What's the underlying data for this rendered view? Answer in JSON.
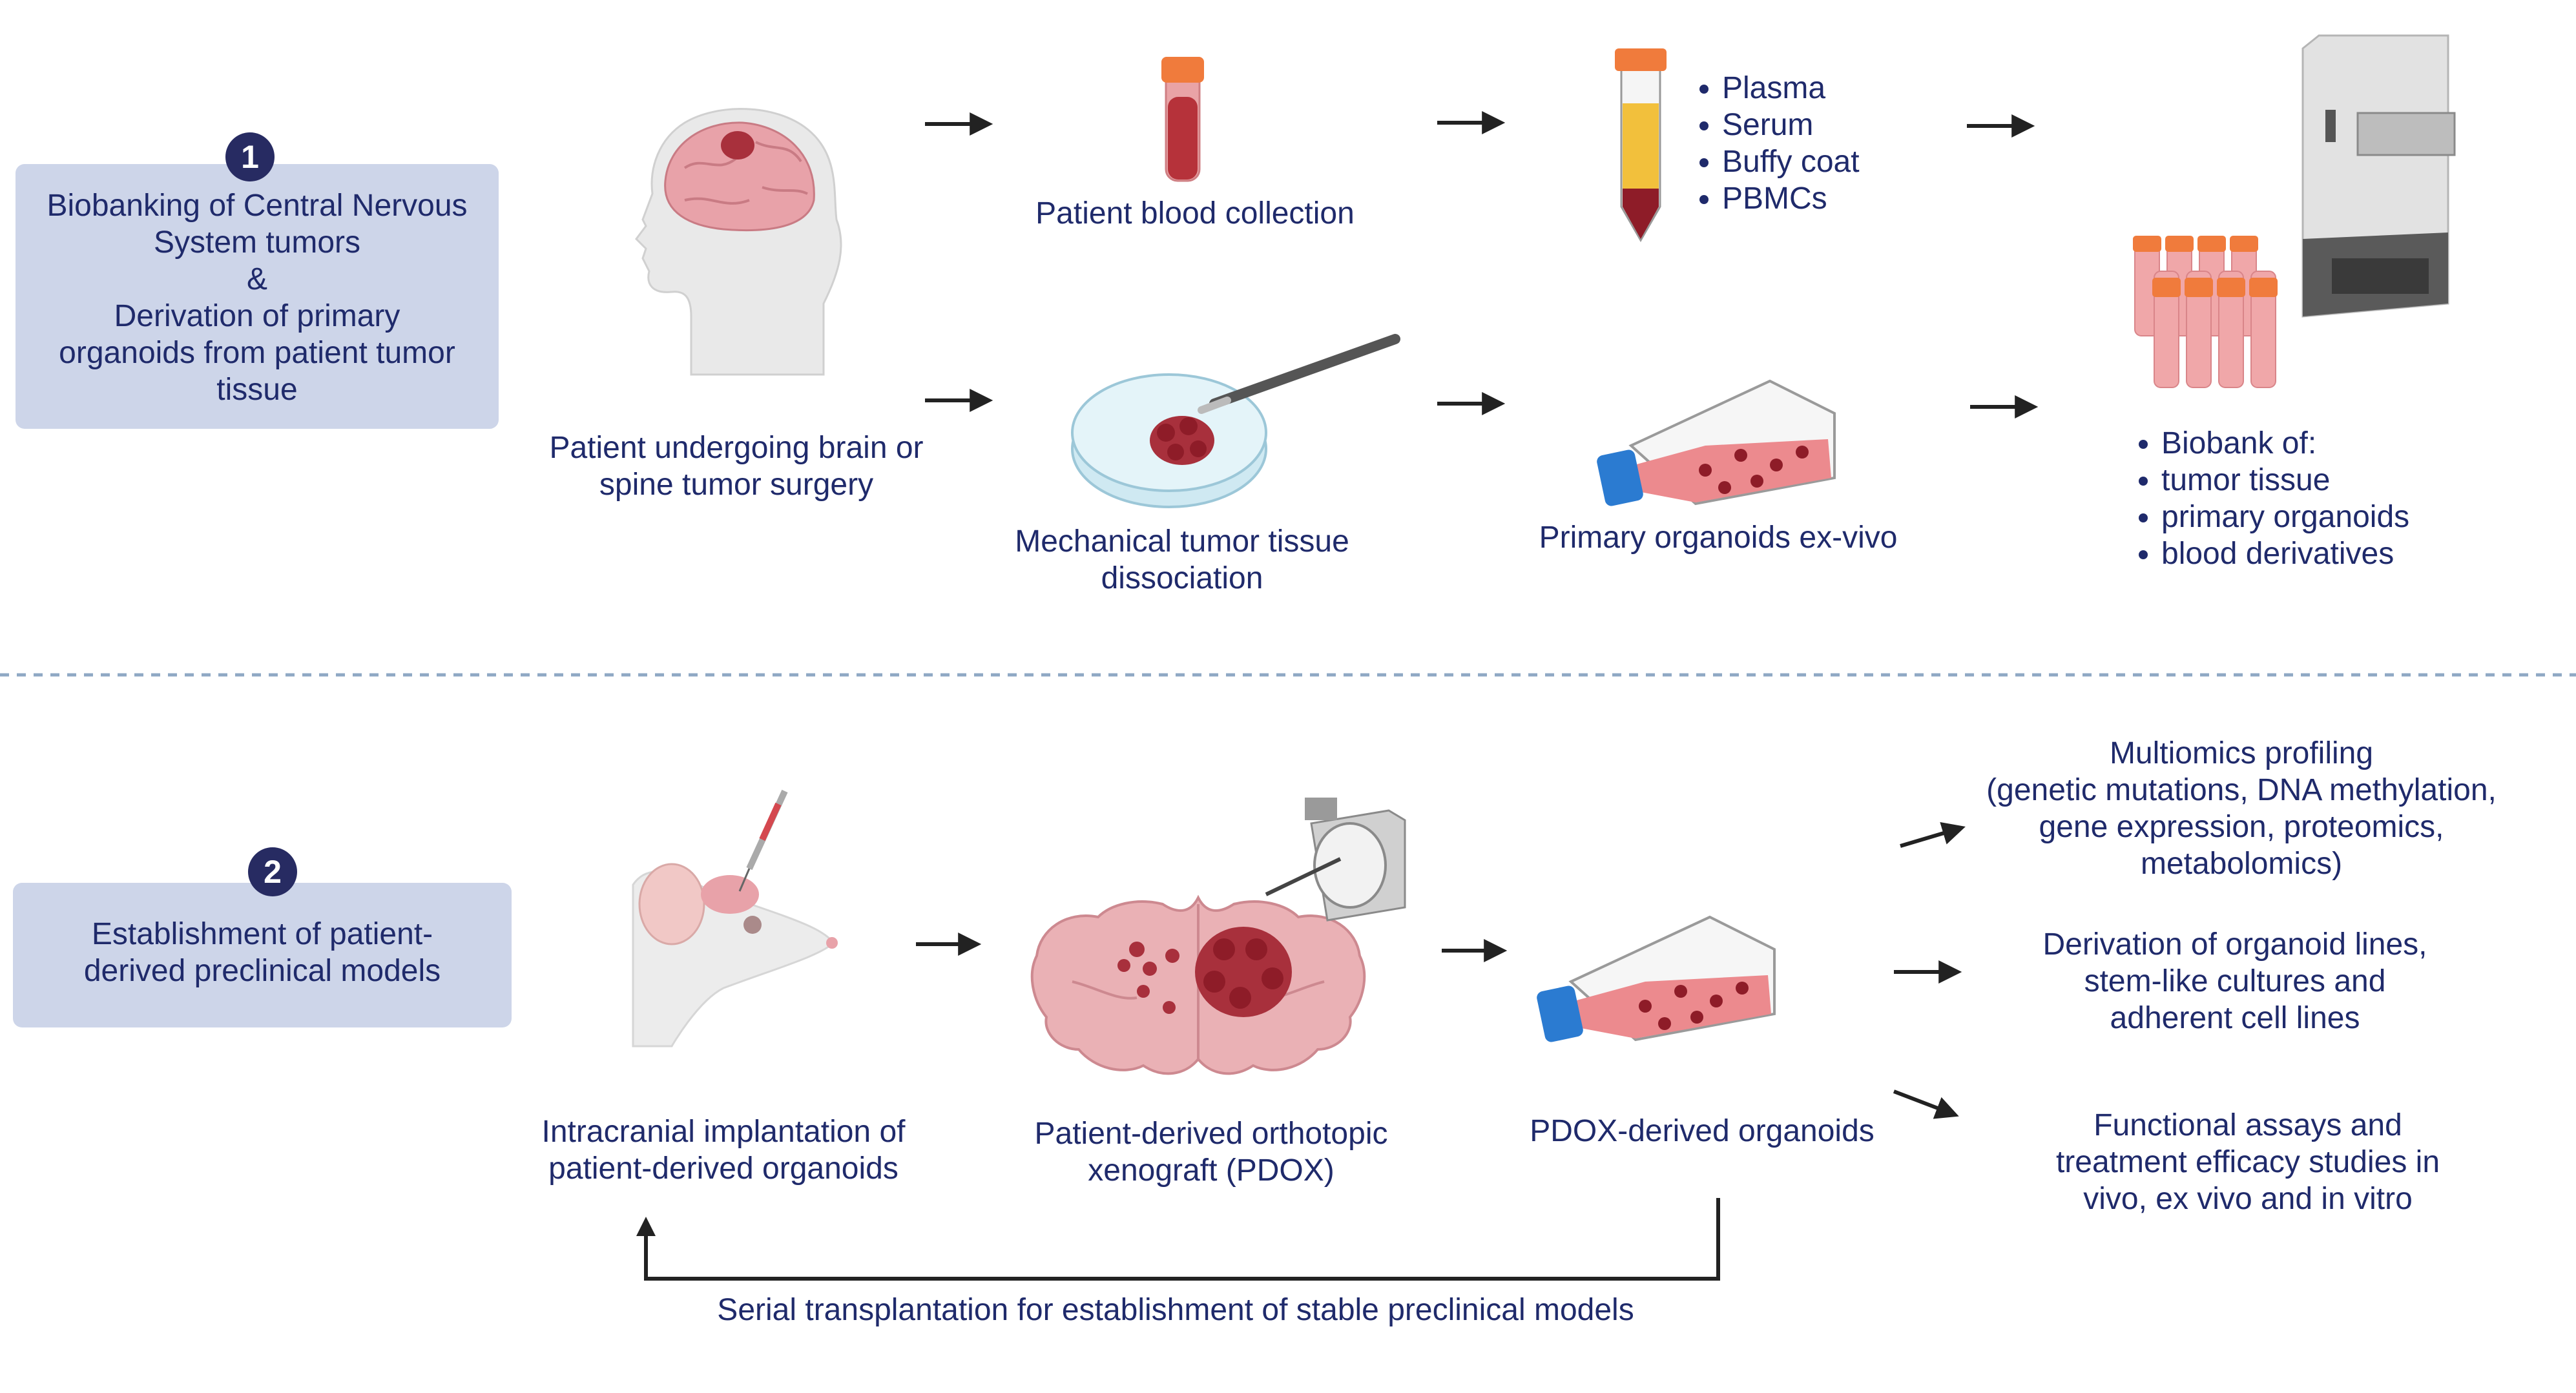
{
  "section1": {
    "number": "1",
    "title_lines": [
      "Biobanking of Central Nervous",
      "System tumors",
      "&",
      "Derivation of primary",
      "organoids from patient tumor",
      "tissue"
    ]
  },
  "section2": {
    "number": "2",
    "title_lines": [
      "Establishment of patient-",
      "derived preclinical models"
    ]
  },
  "steps": {
    "surgery": [
      "Patient undergoing brain or",
      "spine tumor surgery"
    ],
    "blood": "Patient blood collection",
    "blood_derivatives": [
      "Plasma",
      "Serum",
      "Buffy coat",
      "PBMCs"
    ],
    "dissociation": [
      "Mechanical tumor tissue",
      "dissociation"
    ],
    "primary_organoids": "Primary organoids ex-vivo",
    "biobank": [
      "Biobank of:",
      "tumor tissue",
      "primary organoids",
      "blood derivatives"
    ],
    "implantation": [
      "Intracranial implantation of",
      "patient-derived organoids"
    ],
    "pdox": [
      "Patient-derived orthotopic",
      "xenograft (PDOX)"
    ],
    "pdox_organoids": "PDOX-derived organoids",
    "multiomics": [
      "Multiomics profiling",
      "(genetic mutations, DNA methylation,",
      "gene expression, proteomics,",
      "metabolomics)"
    ],
    "derivation": [
      "Derivation of organoid lines,",
      "stem-like cultures and",
      "adherent cell lines"
    ],
    "functional": [
      "Functional assays and",
      "treatment efficacy studies in",
      "vivo, ex vivo and in vitro"
    ],
    "serial": "Serial transplantation for establishment of stable preclinical models"
  },
  "colors": {
    "text": "#1f2a6b",
    "box": "#cdd5e9",
    "badge": "#272b62",
    "tissue": "#a8303c",
    "brain": "#e8a2a9",
    "divider": "#8fa8c4",
    "flask_cap": "#2b7bd1",
    "tube_cap": "#f07b3c"
  }
}
